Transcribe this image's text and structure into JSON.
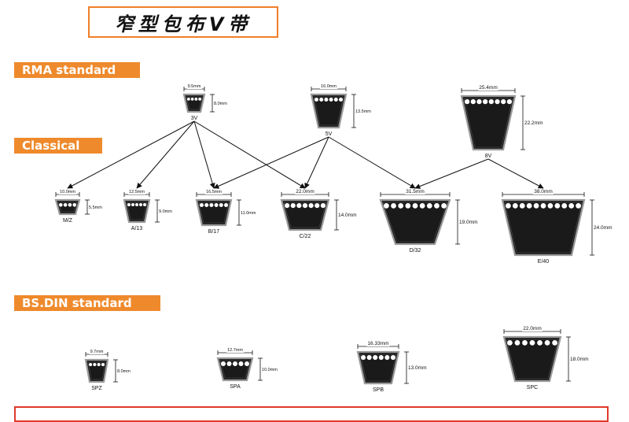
{
  "title": "窄型包布V带",
  "sections": {
    "rma": "RMA standard",
    "classical": "Classical",
    "bsdin": "BS.DIN standard"
  },
  "colors": {
    "accent": "#ef8a2c",
    "belt": "#1a1a1a",
    "belt_edge": "#9a9a9a",
    "cord": "#ffffff",
    "border_red": "#e03a2a"
  },
  "belts": {
    "v3": {
      "name": "3V",
      "width": "9.5mm",
      "height": "8.0mm",
      "cords": 4
    },
    "v5": {
      "name": "5V",
      "width": "16.0mm",
      "height": "13.5mm",
      "cords": 6
    },
    "v8": {
      "name": "8V",
      "width": "25.4mm",
      "height": "22.2mm",
      "cords": 8
    },
    "mz": {
      "name": "M/Z",
      "width": "10.0mm",
      "height": "5.5mm",
      "cords": 4
    },
    "a13": {
      "name": "A/13",
      "width": "12.5mm",
      "height": "9.0mm",
      "cords": 5
    },
    "b17": {
      "name": "B/17",
      "width": "16.5mm",
      "height": "11.0mm",
      "cords": 6
    },
    "c22": {
      "name": "C/22",
      "width": "22.0mm",
      "height": "14.0mm",
      "cords": 7
    },
    "d32": {
      "name": "D/32",
      "width": "31.5mm",
      "height": "19.0mm",
      "cords": 9
    },
    "e40": {
      "name": "E/40",
      "width": "38.0mm",
      "height": "24.0mm",
      "cords": 11
    },
    "spz": {
      "name": "SPZ",
      "width": "9.7mm",
      "height": "8.0mm",
      "cords": 4
    },
    "spa": {
      "name": "SPA",
      "width": "12.7mm",
      "height": "10.0mm",
      "cords": 5
    },
    "spb": {
      "name": "SPB",
      "width": "16.33mm",
      "height": "13.0mm",
      "cords": 6
    },
    "spc": {
      "name": "SPC",
      "width": "22.0mm",
      "height": "18.0mm",
      "cords": 7
    }
  },
  "relations": [
    {
      "from": "v3",
      "to": "mz"
    },
    {
      "from": "v3",
      "to": "a13"
    },
    {
      "from": "v3",
      "to": "b17"
    },
    {
      "from": "v3",
      "to": "c22"
    },
    {
      "from": "v5",
      "to": "b17"
    },
    {
      "from": "v5",
      "to": "c22"
    },
    {
      "from": "v5",
      "to": "d32"
    },
    {
      "from": "v8",
      "to": "d32"
    },
    {
      "from": "v8",
      "to": "e40"
    }
  ]
}
